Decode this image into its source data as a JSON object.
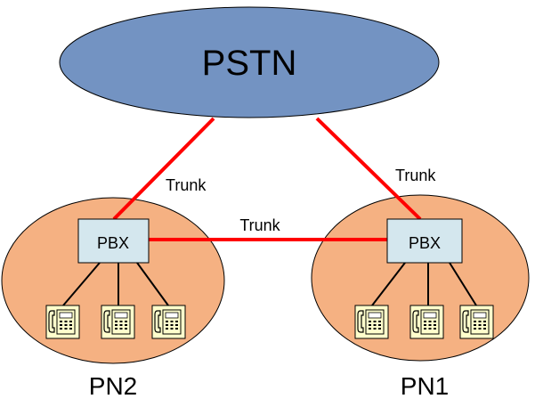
{
  "clouds": {
    "pstn": {
      "label": "PSTN"
    },
    "pn2": {
      "label": "PN2"
    },
    "pn1": {
      "label": "PN1"
    }
  },
  "nodes": {
    "pbx_left": {
      "label": "PBX"
    },
    "pbx_right": {
      "label": "PBX"
    }
  },
  "links": {
    "pstn_pn2": {
      "label": "Trunk"
    },
    "pstn_pn1": {
      "label": "Trunk"
    },
    "pn2_pn1": {
      "label": "Trunk"
    }
  },
  "colors": {
    "pstn_fill": "#7393c2",
    "network_fill": "#f5b182",
    "pbx_fill": "#d4e7ee",
    "trunk_line": "#ff0000",
    "phone_fill": "#ffffcc"
  }
}
